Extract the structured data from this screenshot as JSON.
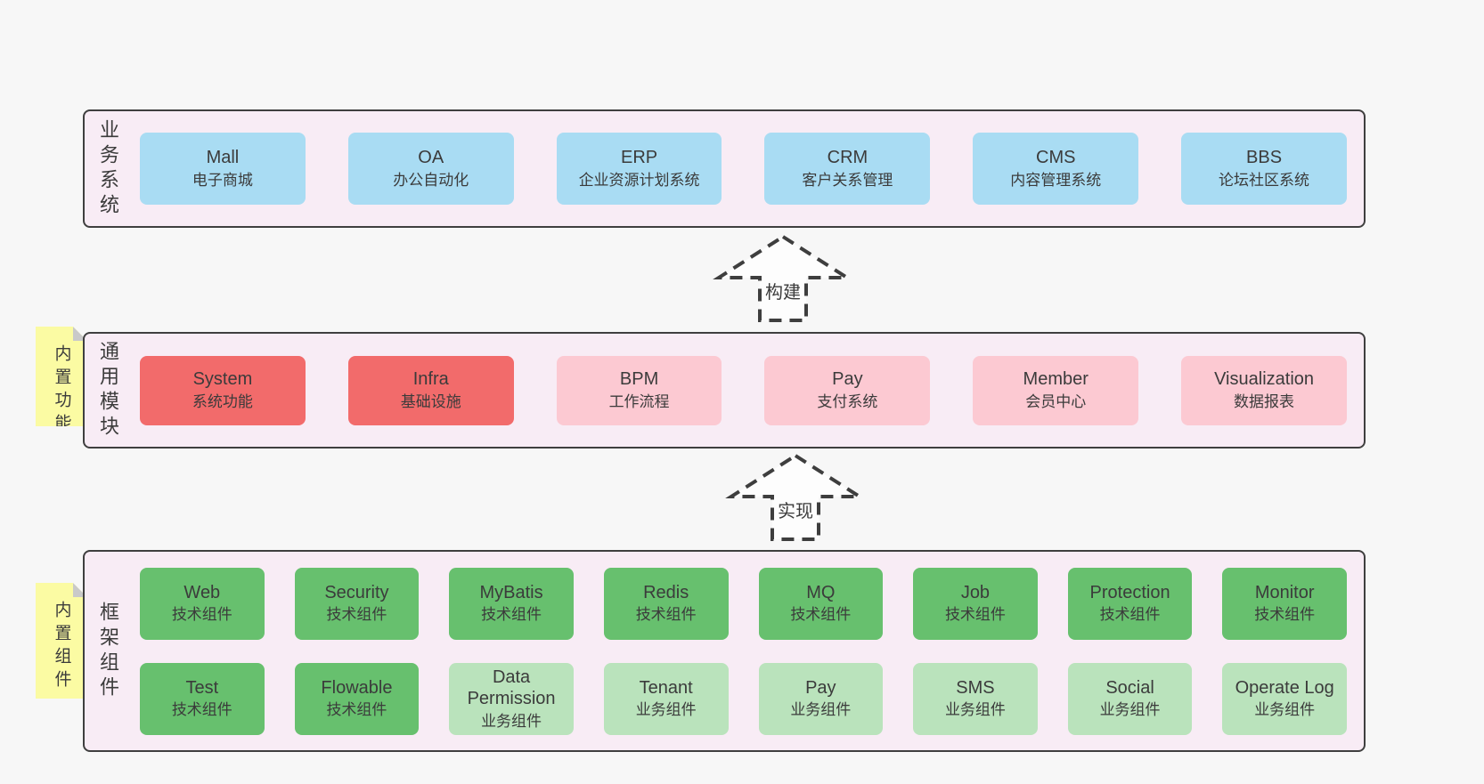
{
  "palette": {
    "page-bg": "#f7f7f7",
    "panel-bg": "#f8ecf5",
    "panel-border": "#3f3f3f",
    "box-blue": "#a9dcf3",
    "box-red": "#f26b6b",
    "box-pink": "#fcc9d2",
    "box-green": "#67c06e",
    "box-green-light": "#bae3bc",
    "note-yellow": "#fbfba3",
    "note-fold": "#c9c9c9",
    "text": "#3b3b3b",
    "arrow-stroke": "#3e3e3e",
    "arrow-fill": "#fdfdfd"
  },
  "notes": [
    {
      "text": "内置功能"
    },
    {
      "text": "内置组件"
    }
  ],
  "arrows": [
    {
      "label": "构建"
    },
    {
      "label": "实现"
    }
  ],
  "layers": [
    {
      "label": "业务系统",
      "boxes": [
        {
          "title": "Mall",
          "subtitle": "电子商城"
        },
        {
          "title": "OA",
          "subtitle": "办公自动化"
        },
        {
          "title": "ERP",
          "subtitle": "企业资源计划系统"
        },
        {
          "title": "CRM",
          "subtitle": "客户关系管理"
        },
        {
          "title": "CMS",
          "subtitle": "内容管理系统"
        },
        {
          "title": "BBS",
          "subtitle": "论坛社区系统"
        }
      ]
    },
    {
      "label": "通用模块",
      "boxes": [
        {
          "title": "System",
          "subtitle": "系统功能"
        },
        {
          "title": "Infra",
          "subtitle": "基础设施"
        },
        {
          "title": "BPM",
          "subtitle": "工作流程"
        },
        {
          "title": "Pay",
          "subtitle": "支付系统"
        },
        {
          "title": "Member",
          "subtitle": "会员中心"
        },
        {
          "title": "Visualization",
          "subtitle": "数据报表"
        }
      ]
    },
    {
      "label": "框架组件",
      "rows": [
        [
          {
            "title": "Web",
            "subtitle": "技术组件"
          },
          {
            "title": "Security",
            "subtitle": "技术组件"
          },
          {
            "title": "MyBatis",
            "subtitle": "技术组件"
          },
          {
            "title": "Redis",
            "subtitle": "技术组件"
          },
          {
            "title": "MQ",
            "subtitle": "技术组件"
          },
          {
            "title": "Job",
            "subtitle": "技术组件"
          },
          {
            "title": "Protection",
            "subtitle": "技术组件"
          },
          {
            "title": "Monitor",
            "subtitle": "技术组件"
          }
        ],
        [
          {
            "title": "Test",
            "subtitle": "技术组件"
          },
          {
            "title": "Flowable",
            "subtitle": "技术组件"
          },
          {
            "title": "Data Permission",
            "subtitle": "业务组件"
          },
          {
            "title": "Tenant",
            "subtitle": "业务组件"
          },
          {
            "title": "Pay",
            "subtitle": "业务组件"
          },
          {
            "title": "SMS",
            "subtitle": "业务组件"
          },
          {
            "title": "Social",
            "subtitle": "业务组件"
          },
          {
            "title": "Operate Log",
            "subtitle": "业务组件"
          }
        ]
      ]
    }
  ]
}
